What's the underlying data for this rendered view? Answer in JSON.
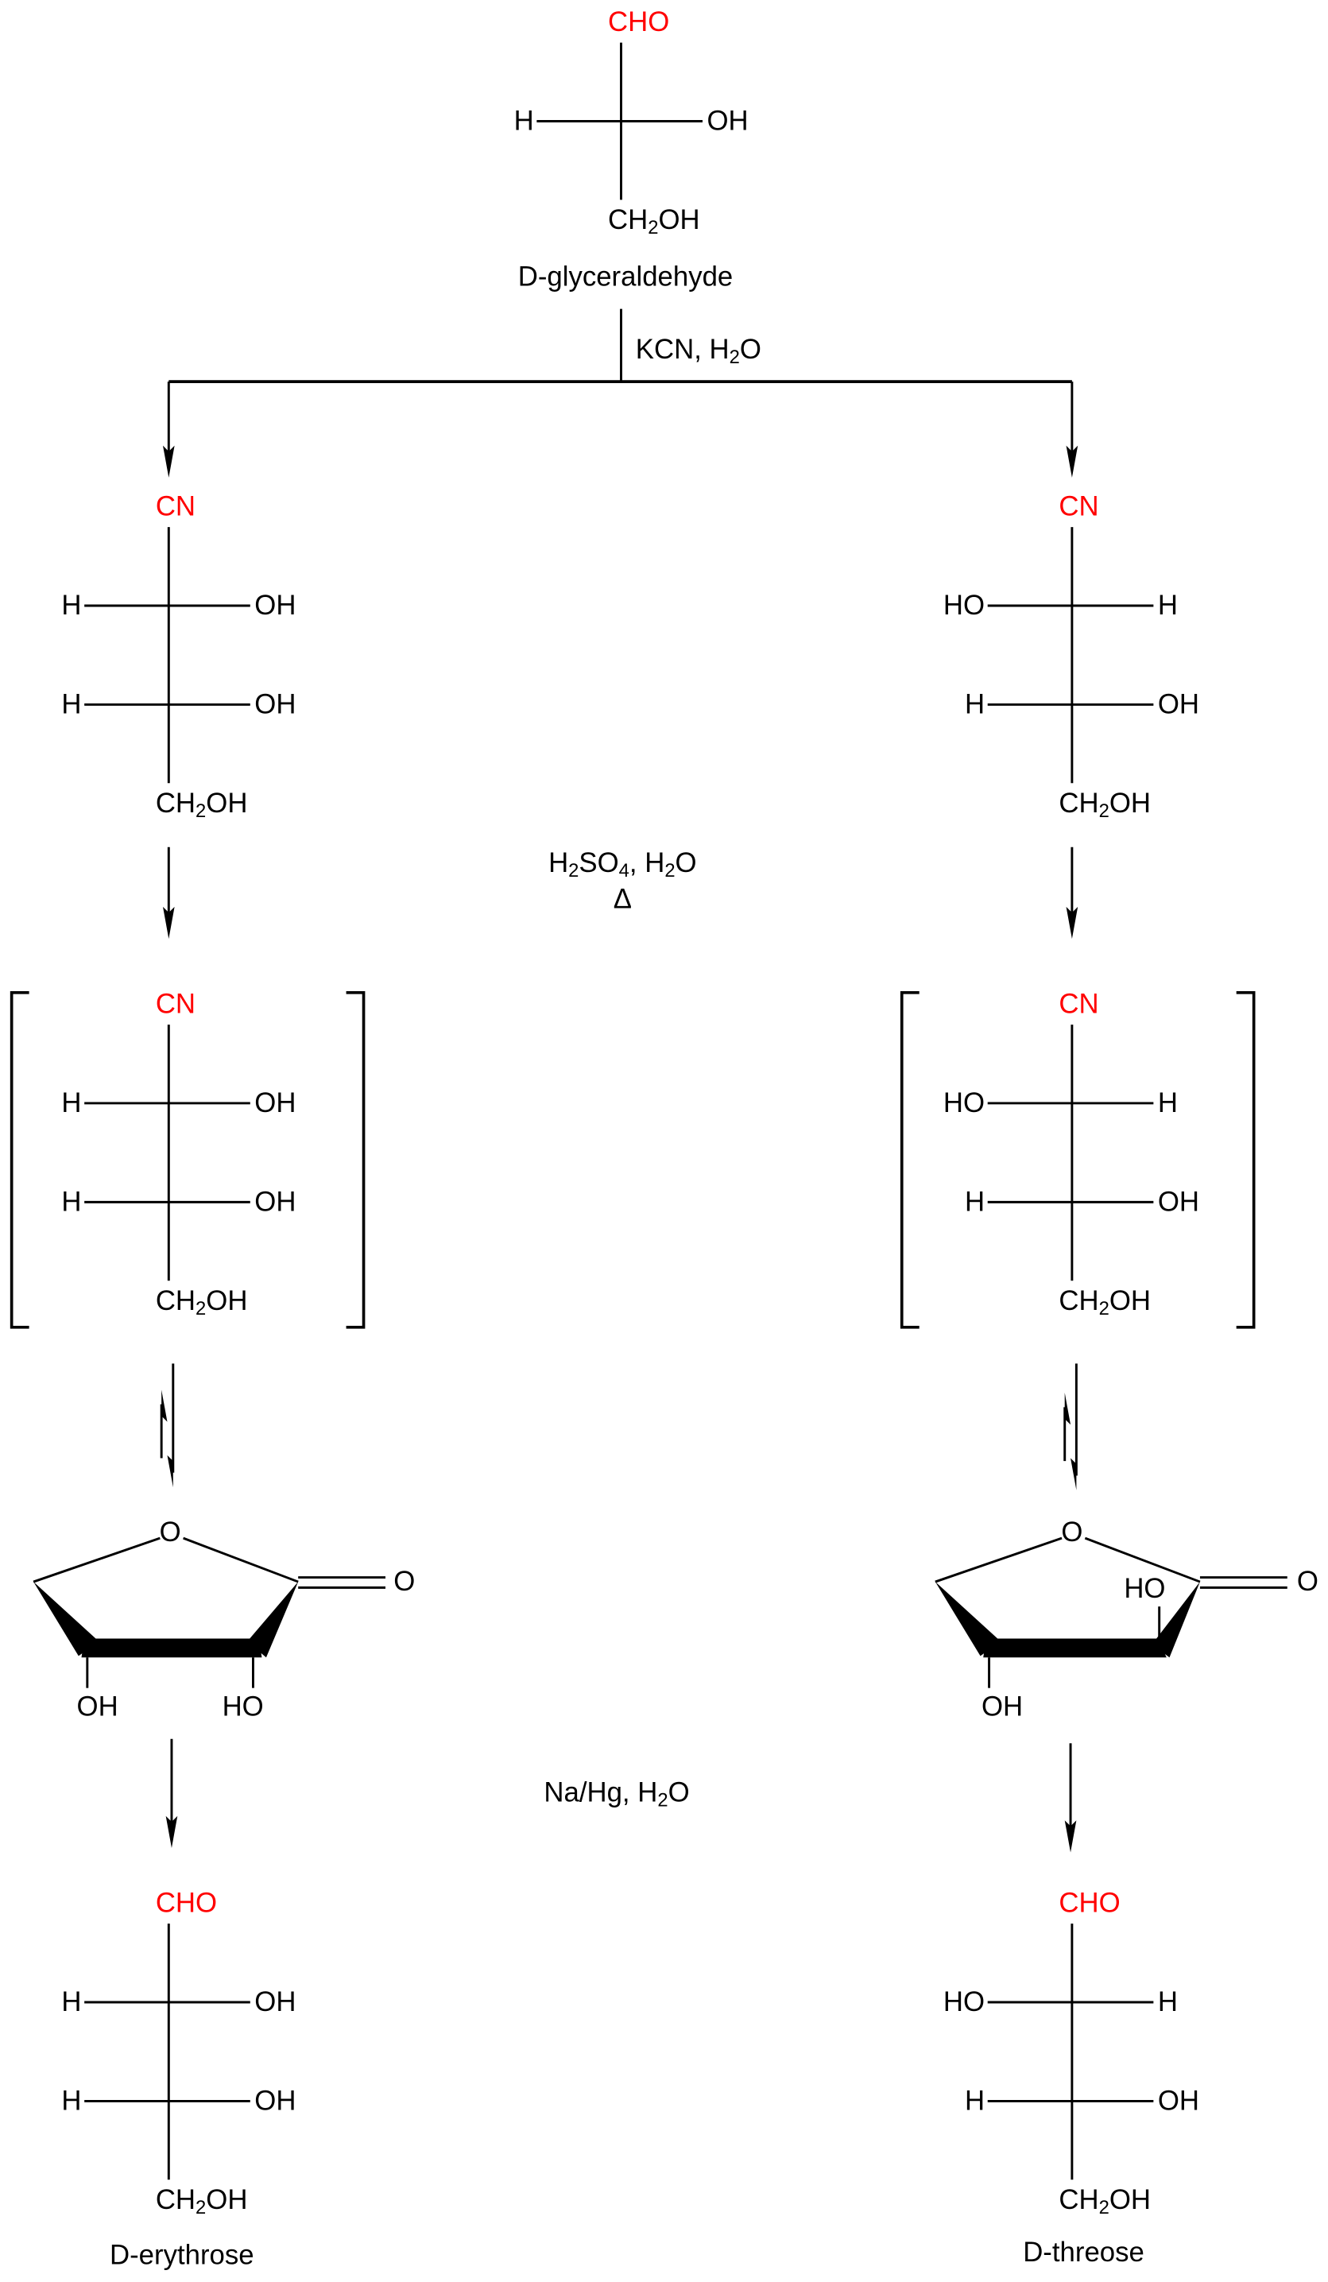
{
  "colors": {
    "carbonyl_group": "#ff0000",
    "bonds": "#000000"
  },
  "molecules": {
    "glyceraldehyde": {
      "name": "D-glyceraldehyde",
      "top": "CHO",
      "rows": [
        [
          "H",
          "OH"
        ]
      ],
      "bottom": {
        "a": "CH",
        "sub": "2",
        "b": "OH"
      }
    },
    "nitrile_left": {
      "top": "CN",
      "rows": [
        [
          "H",
          "OH"
        ],
        [
          "H",
          "OH"
        ]
      ],
      "bottom": {
        "a": "CH",
        "sub": "2",
        "b": "OH"
      }
    },
    "nitrile_right": {
      "top": "CN",
      "rows": [
        [
          "HO",
          "H"
        ],
        [
          "H",
          "OH"
        ]
      ],
      "bottom": {
        "a": "CH",
        "sub": "2",
        "b": "OH"
      }
    },
    "intermediate_left": {
      "top": "CN",
      "rows": [
        [
          "H",
          "OH"
        ],
        [
          "H",
          "OH"
        ]
      ],
      "bottom": {
        "a": "CH",
        "sub": "2",
        "b": "OH"
      }
    },
    "intermediate_right": {
      "top": "CN",
      "rows": [
        [
          "HO",
          "H"
        ],
        [
          "H",
          "OH"
        ]
      ],
      "bottom": {
        "a": "CH",
        "sub": "2",
        "b": "OH"
      }
    },
    "erythrose": {
      "name": "D-erythrose",
      "top": "CHO",
      "rows": [
        [
          "H",
          "OH"
        ],
        [
          "H",
          "OH"
        ]
      ],
      "bottom": {
        "a": "CH",
        "sub": "2",
        "b": "OH"
      }
    },
    "threose": {
      "name": "D-threose",
      "top": "CHO",
      "rows": [
        [
          "HO",
          "H"
        ],
        [
          "H",
          "OH"
        ]
      ],
      "bottom": {
        "a": "CH",
        "sub": "2",
        "b": "OH"
      }
    }
  },
  "lactones": {
    "left": {
      "ring_o": "O",
      "carbonyl_o": "O",
      "oh1": "OH",
      "oh2": "HO"
    },
    "right": {
      "ring_o": "O",
      "carbonyl_o": "O",
      "oh1": "OH",
      "oh2": "HO"
    }
  },
  "reagents": {
    "step1": {
      "a": "KCN, H",
      "sub": "2",
      "b": "O"
    },
    "step2": {
      "a": "H",
      "sub1": "2",
      "b": "SO",
      "sub2": "4",
      "c": ", H",
      "sub3": "2",
      "d": "O",
      "heat": "Δ"
    },
    "step3": {
      "a": "Na/Hg, H",
      "sub": "2",
      "b": "O"
    }
  }
}
